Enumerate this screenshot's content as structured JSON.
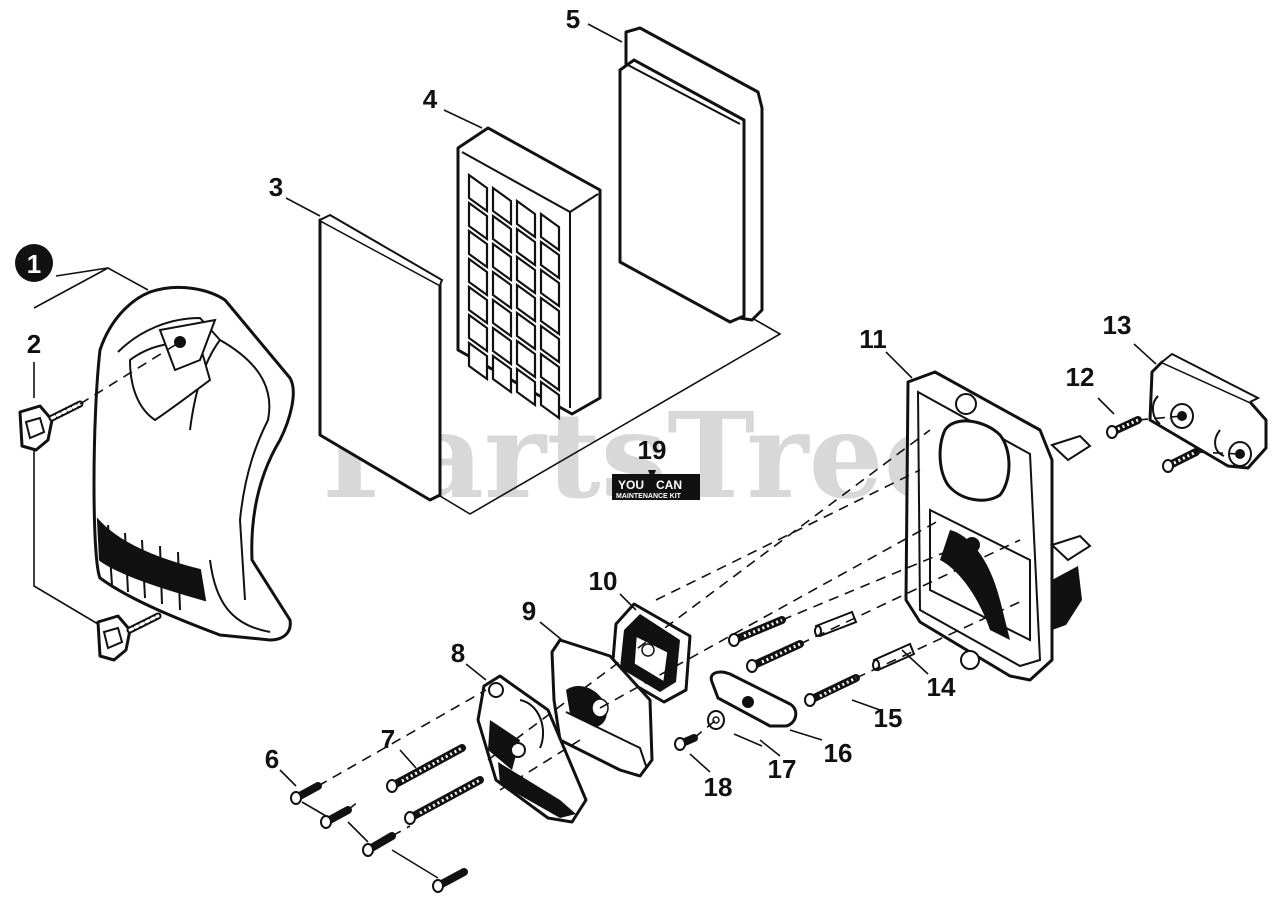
{
  "watermark": "PartsTree",
  "callouts": [
    {
      "id": "1",
      "text": "1",
      "circled": true
    },
    {
      "id": "2",
      "text": "2"
    },
    {
      "id": "3",
      "text": "3"
    },
    {
      "id": "4",
      "text": "4"
    },
    {
      "id": "5",
      "text": "5"
    },
    {
      "id": "6",
      "text": "6"
    },
    {
      "id": "7",
      "text": "7"
    },
    {
      "id": "8",
      "text": "8"
    },
    {
      "id": "9",
      "text": "9"
    },
    {
      "id": "10",
      "text": "10"
    },
    {
      "id": "11",
      "text": "11"
    },
    {
      "id": "12",
      "text": "12"
    },
    {
      "id": "13",
      "text": "13"
    },
    {
      "id": "14",
      "text": "14"
    },
    {
      "id": "15",
      "text": "15"
    },
    {
      "id": "16",
      "text": "16"
    },
    {
      "id": "17",
      "text": "17"
    },
    {
      "id": "18",
      "text": "18"
    },
    {
      "id": "19",
      "text": "19"
    }
  ],
  "kit_badge": {
    "line1": "YOU",
    "line2": "CAN",
    "line3": "MAINTENANCE KIT"
  }
}
